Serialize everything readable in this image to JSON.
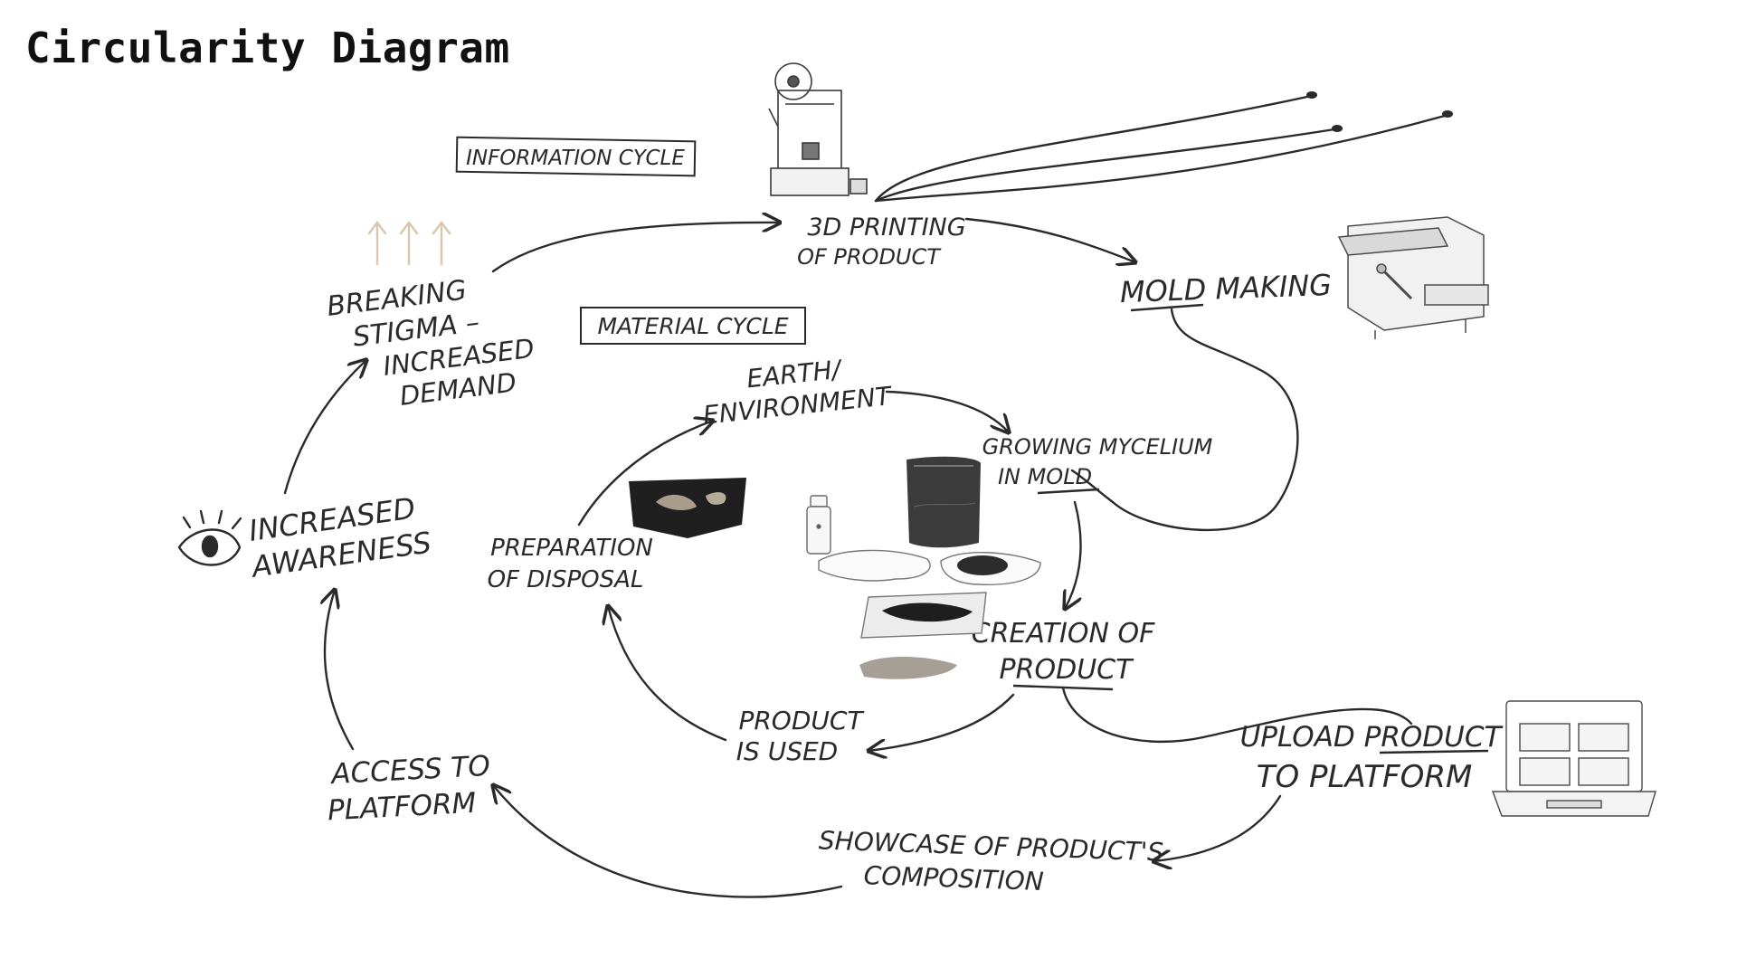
{
  "page_title": "Circularity Diagram",
  "section_labels": {
    "information_cycle": "INFORMATION CYCLE",
    "material_cycle": "MATERIAL CYCLE"
  },
  "nodes": {
    "printing": [
      "3D PRINTING",
      "OF PRODUCT"
    ],
    "mold_making": "MOLD MAKING",
    "breaking_stigma": [
      "BREAKING",
      "STIGMA –",
      "INCREASED",
      "DEMAND"
    ],
    "increased_awareness": [
      "INCREASED",
      "AWARENESS"
    ],
    "access_platform": [
      "ACCESS TO",
      "PLATFORM"
    ],
    "earth": [
      "EARTH/",
      "ENVIRONMENT"
    ],
    "growing": [
      "GROWING MYCELIUM",
      "IN MOLD"
    ],
    "preparation": [
      "PREPARATION",
      "OF DISPOSAL"
    ],
    "creation": [
      "CREATION OF",
      "PRODUCT"
    ],
    "product_used": [
      "PRODUCT",
      "IS USED"
    ],
    "upload": [
      "UPLOAD PRODUCT",
      "TO PLATFORM"
    ],
    "showcase": [
      "SHOWCASE OF PRODUCT'S",
      "COMPOSITION"
    ]
  },
  "icons": [
    "3d-printer-icon",
    "mold-machine-icon",
    "eye-icon",
    "laptop-icon",
    "mycelium-photo",
    "bottle-icon",
    "mycelium-bag",
    "pad-products",
    "up-arrows-icon"
  ],
  "colors": {
    "ink": "#2a2a2a",
    "accent_arrows": "#d8c7ad"
  }
}
